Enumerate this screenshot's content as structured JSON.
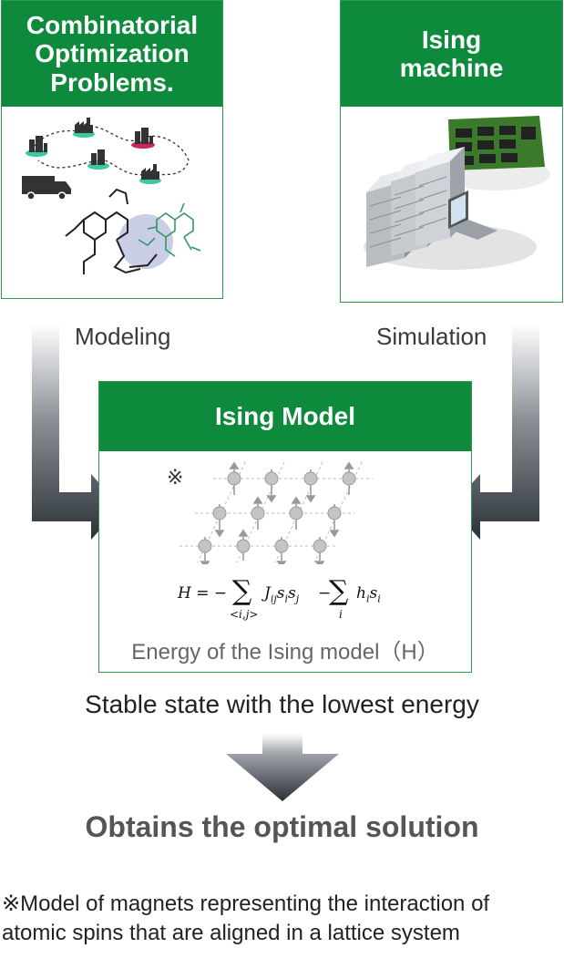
{
  "panels": {
    "combinatorial": {
      "title": "Combinatorial Optimization Problems."
    },
    "ising_machine": {
      "title": "Ising machine"
    },
    "ising_model": {
      "title": "Ising Model",
      "note_mark": "※",
      "formula": {
        "lhs": "H = −",
        "sum1_index": "<i,j>",
        "term1": "J",
        "term1_sub": "ij",
        "term1_rest": "s",
        "s_i_sub": "i",
        "s_j": "s",
        "s_j_sub": "j",
        "minus": "−",
        "sum2_index": "i",
        "term2": "h",
        "term2_sub": "i",
        "term2_s": "s",
        "term2_s_sub": "i"
      },
      "energy_label": "Energy of the Ising model（H）"
    }
  },
  "arrows": {
    "left_label": "Modeling",
    "right_label": "Simulation"
  },
  "result": {
    "stable_state": "Stable state with the lowest energy",
    "optimal_solution": "Obtains the optimal solution"
  },
  "footnote": "※Model of magnets representing the interaction of atomic spins that are aligned in a lattice system",
  "colors": {
    "header_green": "#0e8a3c",
    "border_green": "#2e9a4e",
    "arrow_dark": "#2a3138",
    "molecule_green": "#2e9a6a",
    "city_teal": "#3cc9a0",
    "city_red": "#c8285a"
  }
}
